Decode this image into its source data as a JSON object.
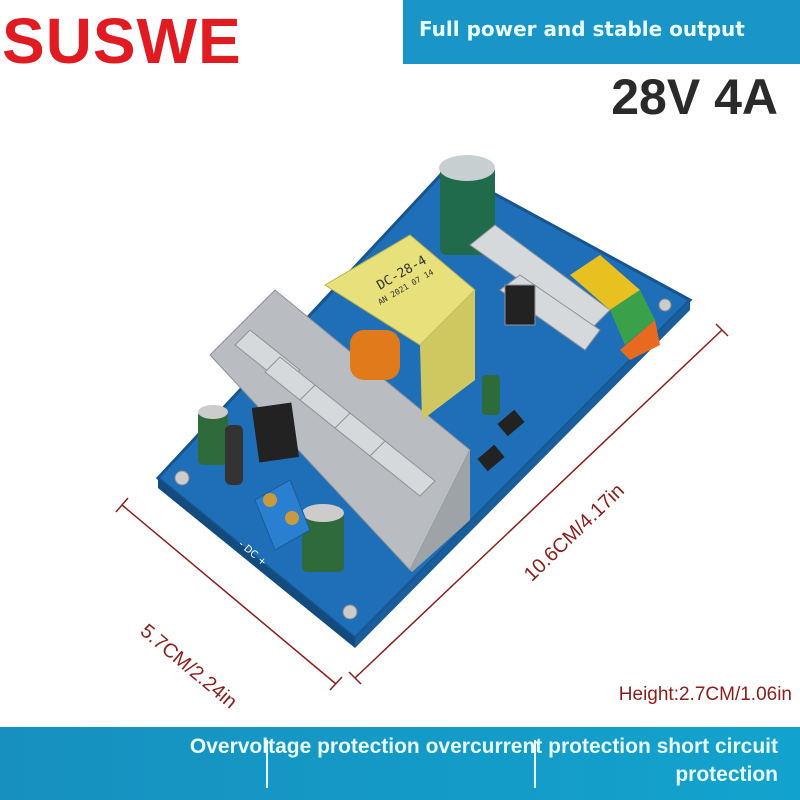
{
  "brand": "SUSWE",
  "banner_top": "Full power and stable output",
  "spec": "28V 4A",
  "dimensions": {
    "width": "5.7CM/2.24in",
    "length": "10.6CM/4.17in",
    "height": "Height:2.7CM/1.06in"
  },
  "board_labels": {
    "transformer_model": "DC-28-4",
    "transformer_date": "AN 2021 07 14",
    "terminal": "- DC +"
  },
  "banner_bottom": {
    "line1": "Overvoltage protection overcurrent protection short circuit",
    "line2": "protection"
  },
  "colors": {
    "brand": "#e01b22",
    "banner": "#1a95c8",
    "board": "#1f6fb8",
    "dimension": "#8a1f1a"
  }
}
